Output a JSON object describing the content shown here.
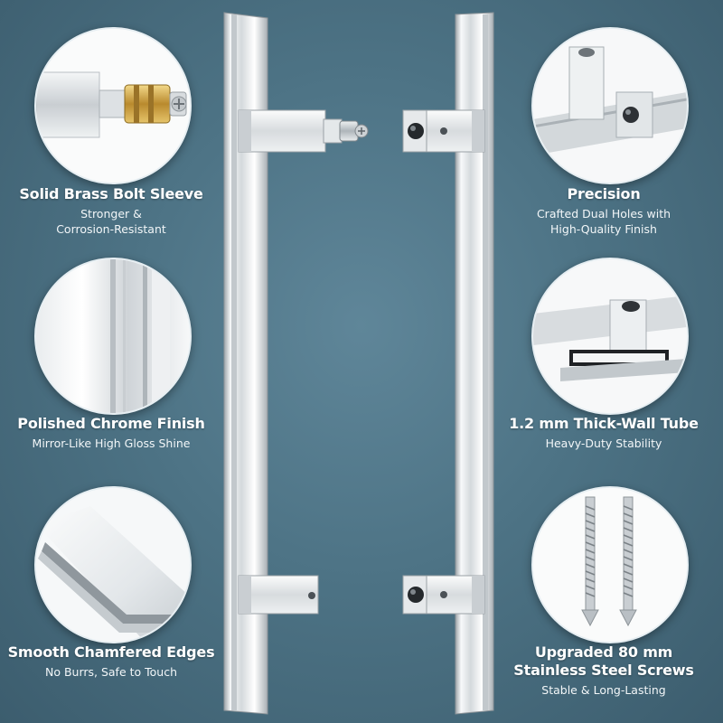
{
  "features": {
    "left": [
      {
        "title": "Solid Brass Bolt Sleeve",
        "subtitle": "Stronger &\nCorrosion-Resistant",
        "icon": "brass-bolt-sleeve-icon"
      },
      {
        "title": "Polished Chrome Finish",
        "subtitle": "Mirror-Like High Gloss Shine",
        "icon": "polished-surface-icon"
      },
      {
        "title": "Smooth Chamfered Edges",
        "subtitle": "No Burrs, Safe to Touch",
        "icon": "chamfered-edge-icon"
      }
    ],
    "right": [
      {
        "title": "Precision",
        "subtitle": "Crafted Dual Holes with\nHigh-Quality Finish",
        "icon": "dual-hole-mount-icon"
      },
      {
        "title": "1.2 mm Thick-Wall Tube",
        "subtitle": "Heavy-Duty Stability",
        "icon": "thick-wall-tube-icon"
      },
      {
        "title": "Upgraded 80 mm\nStainless Steel Screws",
        "subtitle": "Stable & Long-Lasting",
        "icon": "steel-screws-icon"
      }
    ]
  },
  "colors": {
    "background": "#4d7385",
    "chrome": "#d9dde0",
    "brass": "#c9a24a"
  }
}
